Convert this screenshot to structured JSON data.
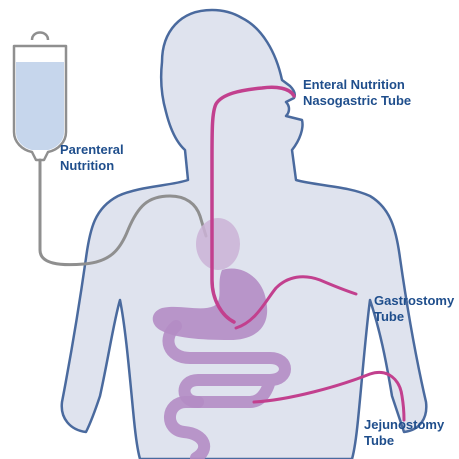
{
  "labels": {
    "enteral": {
      "line1": "Enteral Nutrition",
      "line2": "Nasogastric Tube"
    },
    "parenteral": {
      "line1": "Parenteral",
      "line2": "Nutrition"
    },
    "gastrostomy": {
      "line1": "Gastrostomy",
      "line2": "Tube"
    },
    "jejunostomy": {
      "line1": "Jejunostomy",
      "line2": "Tube"
    }
  },
  "colors": {
    "body_fill": "#dfe3ee",
    "body_outline": "#4a6a9e",
    "label_text": "#1f4e8c",
    "tube_magenta": "#c2408e",
    "tube_gray": "#8f8f8f",
    "iv_bag_fill": "#c6d6ec",
    "organ_purple": "#b48cc4",
    "organ_light": "#cbb3d6"
  }
}
